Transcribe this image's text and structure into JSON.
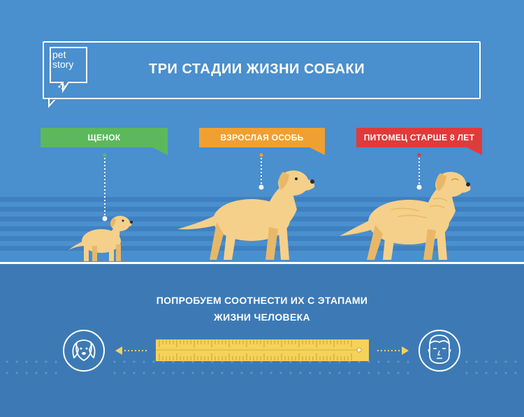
{
  "header": {
    "logo_line1": "pet",
    "logo_line2": "story",
    "title": "ТРИ СТАДИИ ЖИЗНИ СОБАКИ"
  },
  "stages": [
    {
      "label": "ЩЕНОК",
      "color": "#5cb85c"
    },
    {
      "label": "ВЗРОСЛАЯ ОСОБЬ",
      "color": "#f0a030"
    },
    {
      "label": "ПИТОМЕЦ СТАРШЕ 8 ЛЕТ",
      "color": "#e03a3a"
    }
  ],
  "bottom": {
    "line1": "ПОПРОБУЕМ СООТНЕСТИ ИХ С ЭТАПАМИ",
    "line2": "ЖИЗНИ ЧЕЛОВЕКА"
  },
  "colors": {
    "background": "#4a8fce",
    "bottom_panel": "#3d7ab5",
    "stripe": "#3f80c0",
    "dog_fur": "#f5d08a",
    "dog_shade": "#e8b868",
    "ruler": "#f5d25a"
  },
  "icons": {
    "left": "dog-face-icon",
    "right": "human-face-icon"
  }
}
